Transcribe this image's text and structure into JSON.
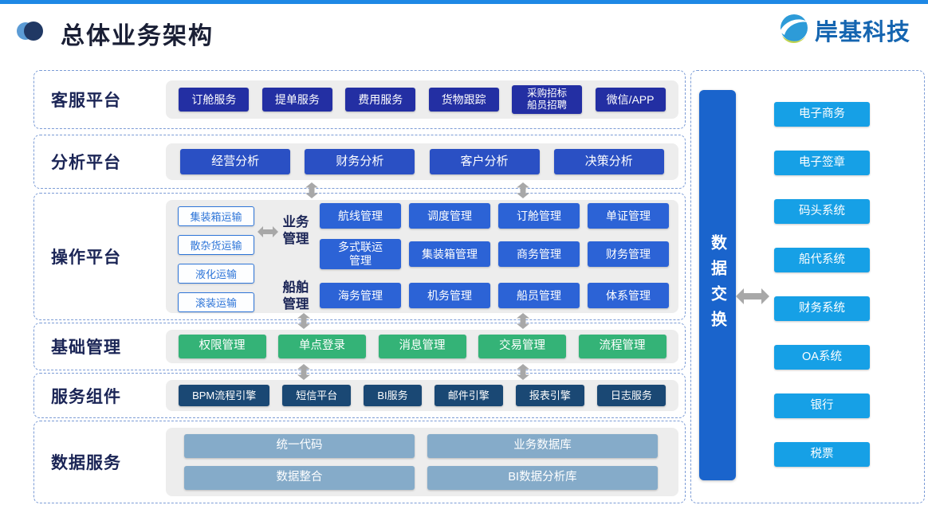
{
  "header": {
    "title": "总体业务架构",
    "logo_text": "岸基科技"
  },
  "customer": {
    "label": "客服平台",
    "buttons": [
      "订舱服务",
      "提单服务",
      "费用服务",
      "货物跟踪",
      "采购招标船员招聘",
      "微信/APP"
    ]
  },
  "analysis": {
    "label": "分析平台",
    "buttons": [
      "经营分析",
      "财务分析",
      "客户分析",
      "决策分析"
    ]
  },
  "operation": {
    "label": "操作平台",
    "transport": [
      "集装箱运输",
      "散杂货运输",
      "液化运输",
      "滚装运输"
    ],
    "business_label": "业务管理",
    "business_row1": [
      "航线管理",
      "调度管理",
      "订舱管理",
      "单证管理"
    ],
    "business_row2": [
      "多式联运管理",
      "集装箱管理",
      "商务管理",
      "财务管理"
    ],
    "ship_label": "船舶管理",
    "ship_row": [
      "海务管理",
      "机务管理",
      "船员管理",
      "体系管理"
    ]
  },
  "foundation": {
    "label": "基础管理",
    "buttons": [
      "权限管理",
      "单点登录",
      "消息管理",
      "交易管理",
      "流程管理"
    ]
  },
  "components": {
    "label": "服务组件",
    "buttons": [
      "BPM流程引擎",
      "短信平台",
      "BI服务",
      "邮件引擎",
      "报表引擎",
      "日志服务"
    ]
  },
  "dataservice": {
    "label": "数据服务",
    "buttons": [
      "统一代码",
      "业务数据库",
      "数据整合",
      "BI数据分析库"
    ]
  },
  "exchange": {
    "label": "数据交换"
  },
  "external": {
    "buttons": [
      "电子商务",
      "电子签章",
      "码头系统",
      "船代系统",
      "财务系统",
      "OA系统",
      "银行",
      "税票"
    ]
  },
  "colors": {
    "accent_blue": "#1E88E5",
    "customer_btn": "#232FA3",
    "analysis_btn": "#2A50C4",
    "operation_btn": "#2C63D6",
    "transport_border": "#2E75D8",
    "foundation_btn": "#34B377",
    "component_btn": "#1A4874",
    "data_btn": "#85ABC9",
    "external_btn": "#16A0E6",
    "exchange_bar": "#1A64CC",
    "arrow_gray": "#A8A8A8",
    "label_navy": "#1B2556"
  }
}
